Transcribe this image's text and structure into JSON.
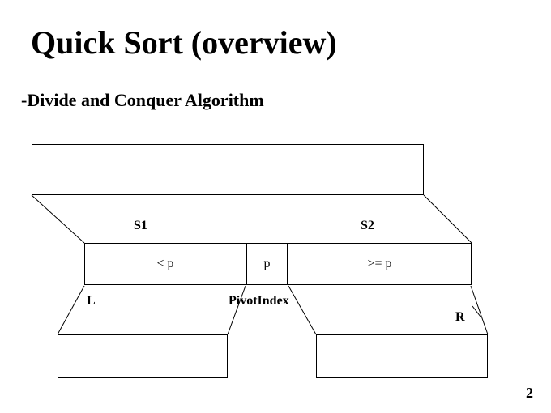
{
  "slide": {
    "title": "Quick Sort (overview)",
    "subtitle_dash": "-",
    "subtitle": "Divide and Conquer Algorithm",
    "page_number": "2",
    "diagram": {
      "top_box_label": "",
      "labels": {
        "s1": "S1",
        "s2": "S2",
        "left_bound": "L",
        "pivot_index": "PivotIndex",
        "right_bound": "R"
      },
      "partitions": [
        {
          "name": "less-than-pivot",
          "label": "< p"
        },
        {
          "name": "pivot",
          "label": "p"
        },
        {
          "name": "greater-equal-pivot",
          "label": ">= p"
        }
      ],
      "bottom_boxes": [
        {
          "name": "left-subarray",
          "label": ""
        },
        {
          "name": "right-subarray",
          "label": ""
        }
      ]
    },
    "colors": {
      "text": "#000000",
      "background": "#ffffff",
      "stroke": "#000000"
    }
  }
}
